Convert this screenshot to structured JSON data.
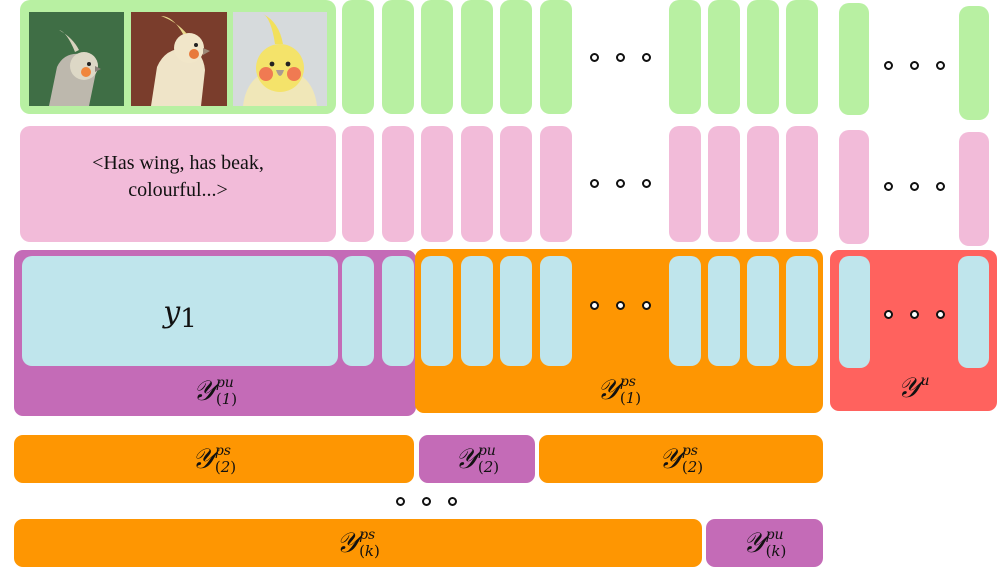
{
  "images": [
    {
      "name": "cockatiel-photo-1",
      "alt": "cockatiel",
      "bg": "#3f6e45",
      "face": "#d9d4c3",
      "cheek": "#f0863c"
    },
    {
      "name": "cockatiel-photo-2",
      "alt": "cockatiel",
      "bg": "#7a3d2c",
      "face": "#f1e6c9",
      "cheek": "#e87a3b"
    },
    {
      "name": "cockatiel-photo-3",
      "alt": "cockatiel",
      "bg": "#d6dadc",
      "face": "#f4e36a",
      "cheek": "#f07a52"
    }
  ],
  "attributes_text_line1": "<Has wing, has beak,",
  "attributes_text_line2": "colourful...>",
  "y1_label": "y",
  "y1_subscript": "1",
  "labels": {
    "pu1": {
      "main": "𝒴",
      "sup": "pu",
      "sub": "1"
    },
    "ps1": {
      "main": "𝒴",
      "sup": "ps",
      "sub": "1"
    },
    "u": {
      "main": "𝒴",
      "sup": "u"
    },
    "ps2a": {
      "main": "𝒴",
      "sup": "ps",
      "sub": "2"
    },
    "pu2": {
      "main": "𝒴",
      "sup": "pu",
      "sub": "2"
    },
    "ps2b": {
      "main": "𝒴",
      "sup": "ps",
      "sub": "2"
    },
    "psk": {
      "main": "𝒴",
      "sup": "ps",
      "sub": "k"
    },
    "puk": {
      "main": "𝒴",
      "sup": "pu",
      "sub": "k"
    }
  },
  "colors": {
    "image_features": "#b8f0a2",
    "attribute_features": "#f2bbd9",
    "class_cells": "#bfe5ec",
    "partial_unseen": "#c46bb7",
    "partial_seen": "#fe9602",
    "unseen": "#ff625e"
  }
}
